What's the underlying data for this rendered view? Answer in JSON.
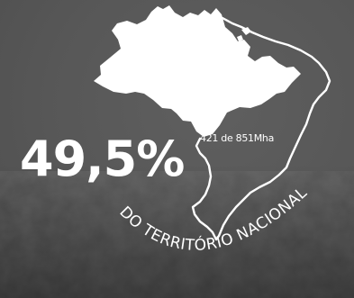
{
  "percentage": "49,5%",
  "area_label": "421 de 851Mha",
  "arc_text": "DO TERRITÓRIO NACIONAL",
  "colors": {
    "background": "#595959",
    "foreground": "#ffffff"
  }
}
